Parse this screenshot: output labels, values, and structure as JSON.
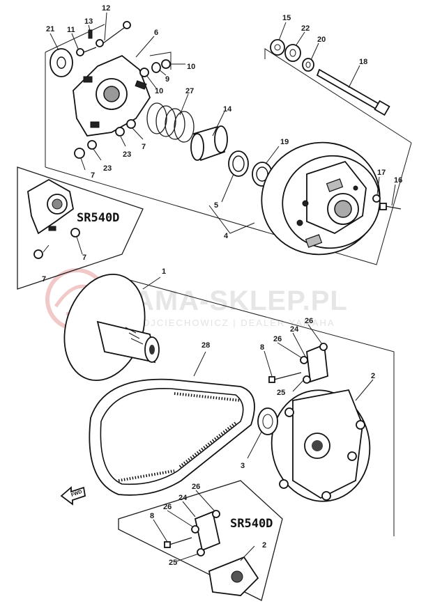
{
  "watermark": {
    "brand": "YAMA-SKLEP.PL",
    "subline": "WOJCIECHOWICZ | DEALER YAMAHA"
  },
  "models": {
    "inset_top": "SR540D",
    "inset_bottom": "SR540D"
  },
  "direction_label": "FWD",
  "callouts": {
    "p1": "1",
    "p2": "2",
    "p2b": "2",
    "p3": "3",
    "p4": "4",
    "p5": "5",
    "p6": "6",
    "p7a": "7",
    "p7b": "7",
    "p7c": "7",
    "p7d": "7",
    "p8": "8",
    "p8b": "8",
    "p9": "9",
    "p10a": "10",
    "p10b": "10",
    "p11": "11",
    "p12": "12",
    "p13": "13",
    "p14": "14",
    "p15": "15",
    "p16": "16",
    "p17": "17",
    "p18": "18",
    "p19": "19",
    "p20": "20",
    "p21": "21",
    "p22": "22",
    "p23a": "23",
    "p23b": "23",
    "p24": "24",
    "p24b": "24",
    "p25": "25",
    "p25b": "25",
    "p26a": "26",
    "p26b": "26",
    "p26c": "26",
    "p26d": "26",
    "p27": "27",
    "p28": "28"
  },
  "colors": {
    "ink": "#111111",
    "watermark": "#e6e6e6",
    "logo": "#f1c9c9"
  }
}
